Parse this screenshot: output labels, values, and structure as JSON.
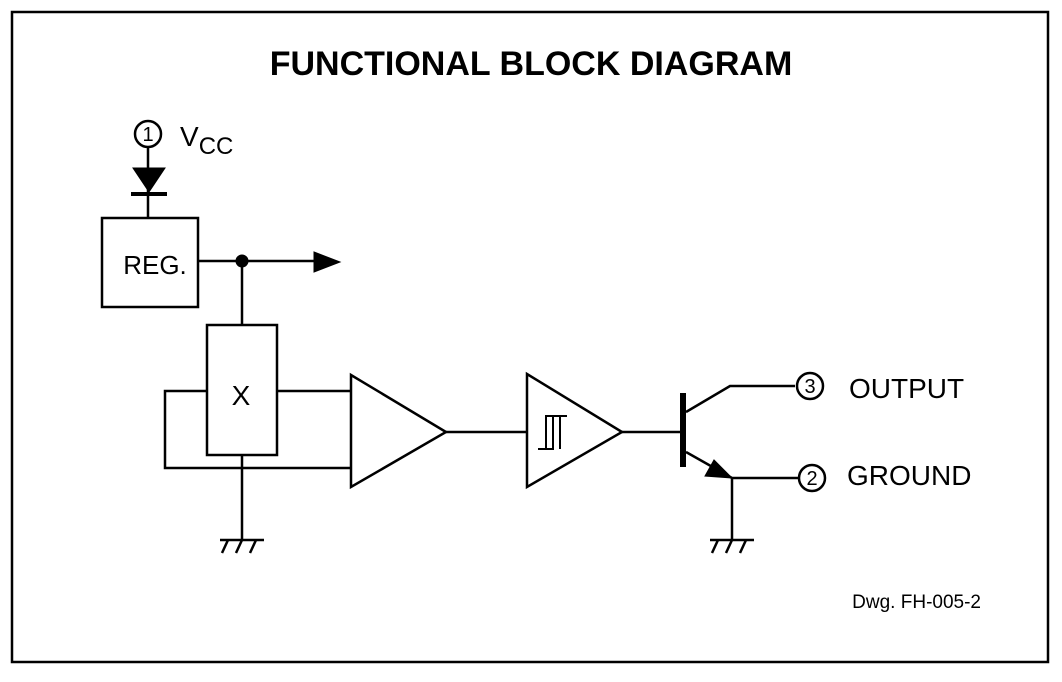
{
  "title": "FUNCTIONAL BLOCK DIAGRAM",
  "pins": [
    {
      "number": "1",
      "label_main": "V",
      "label_sub": "CC"
    },
    {
      "number": "3",
      "label": "OUTPUT"
    },
    {
      "number": "2",
      "label": "GROUND"
    }
  ],
  "blocks": {
    "regulator": "REG.",
    "hall_element": "X"
  },
  "drawing_number": "Dwg. FH-005-2"
}
